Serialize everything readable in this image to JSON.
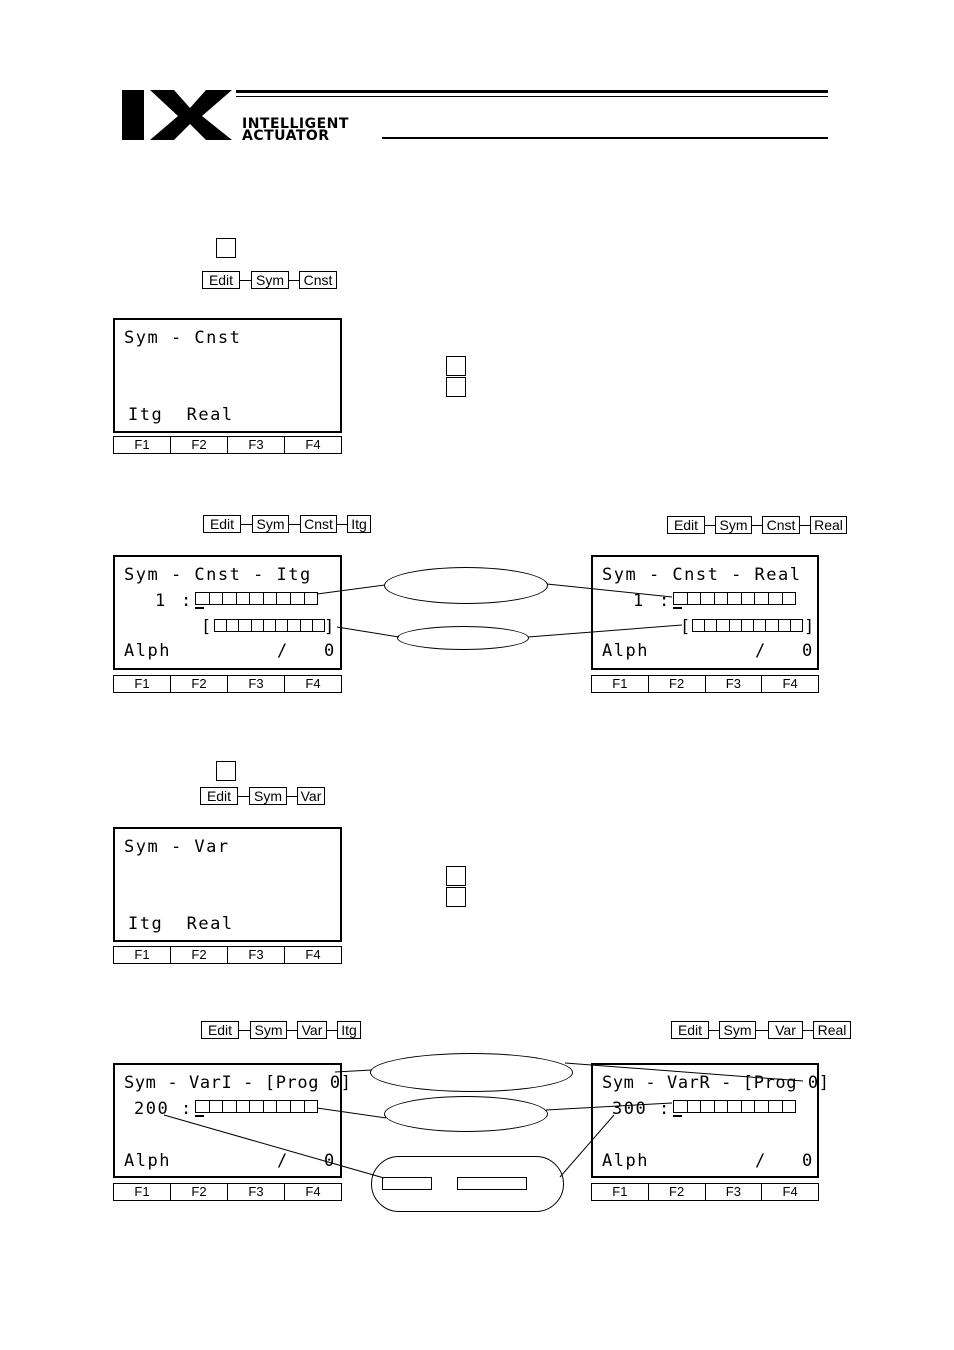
{
  "header": {
    "brand_line1": "INTELLIGENT",
    "brand_line2": "ACTUATOR"
  },
  "section_const": {
    "menu_path": [
      "Edit",
      "Sym",
      "Cnst"
    ],
    "screen": {
      "title": "Sym - Cnst",
      "options": "Itg  Real",
      "fkeys": [
        "F1",
        "F2",
        "F3",
        "F4"
      ]
    }
  },
  "const_itg": {
    "menu_path": [
      "Edit",
      "Sym",
      "Cnst",
      "Itg"
    ],
    "screen": {
      "title": "Sym - Cnst - Itg",
      "number": "1",
      "separator": ":",
      "bracket_open": "[",
      "bracket_close": "]",
      "mode": "Alph",
      "page": "/   0",
      "fkeys": [
        "F1",
        "F2",
        "F3",
        "F4"
      ]
    }
  },
  "const_real": {
    "menu_path": [
      "Edit",
      "Sym",
      "Cnst",
      "Real"
    ],
    "screen": {
      "title": "Sym - Cnst - Real",
      "number": "1",
      "separator": ":",
      "bracket_open": "[",
      "bracket_close": "]",
      "mode": "Alph",
      "page": "/   0",
      "fkeys": [
        "F1",
        "F2",
        "F3",
        "F4"
      ]
    }
  },
  "section_var": {
    "menu_path": [
      "Edit",
      "Sym",
      "Var"
    ],
    "screen": {
      "title": "Sym - Var",
      "options": "Itg  Real",
      "fkeys": [
        "F1",
        "F2",
        "F3",
        "F4"
      ]
    }
  },
  "var_itg": {
    "menu_path": [
      "Edit",
      "Sym",
      "Var",
      "Itg"
    ],
    "screen": {
      "title": "Sym - VarI - [Prog 0]",
      "number": "200",
      "separator": ":",
      "mode": "Alph",
      "page": "/   0",
      "fkeys": [
        "F1",
        "F2",
        "F3",
        "F4"
      ]
    }
  },
  "var_real": {
    "menu_path": [
      "Edit",
      "Sym",
      "Var",
      "Real"
    ],
    "screen": {
      "title": "Sym - VarR - [Prog 0]",
      "number": "300",
      "separator": ":",
      "mode": "Alph",
      "page": "/   0",
      "fkeys": [
        "F1",
        "F2",
        "F3",
        "F4"
      ]
    }
  }
}
